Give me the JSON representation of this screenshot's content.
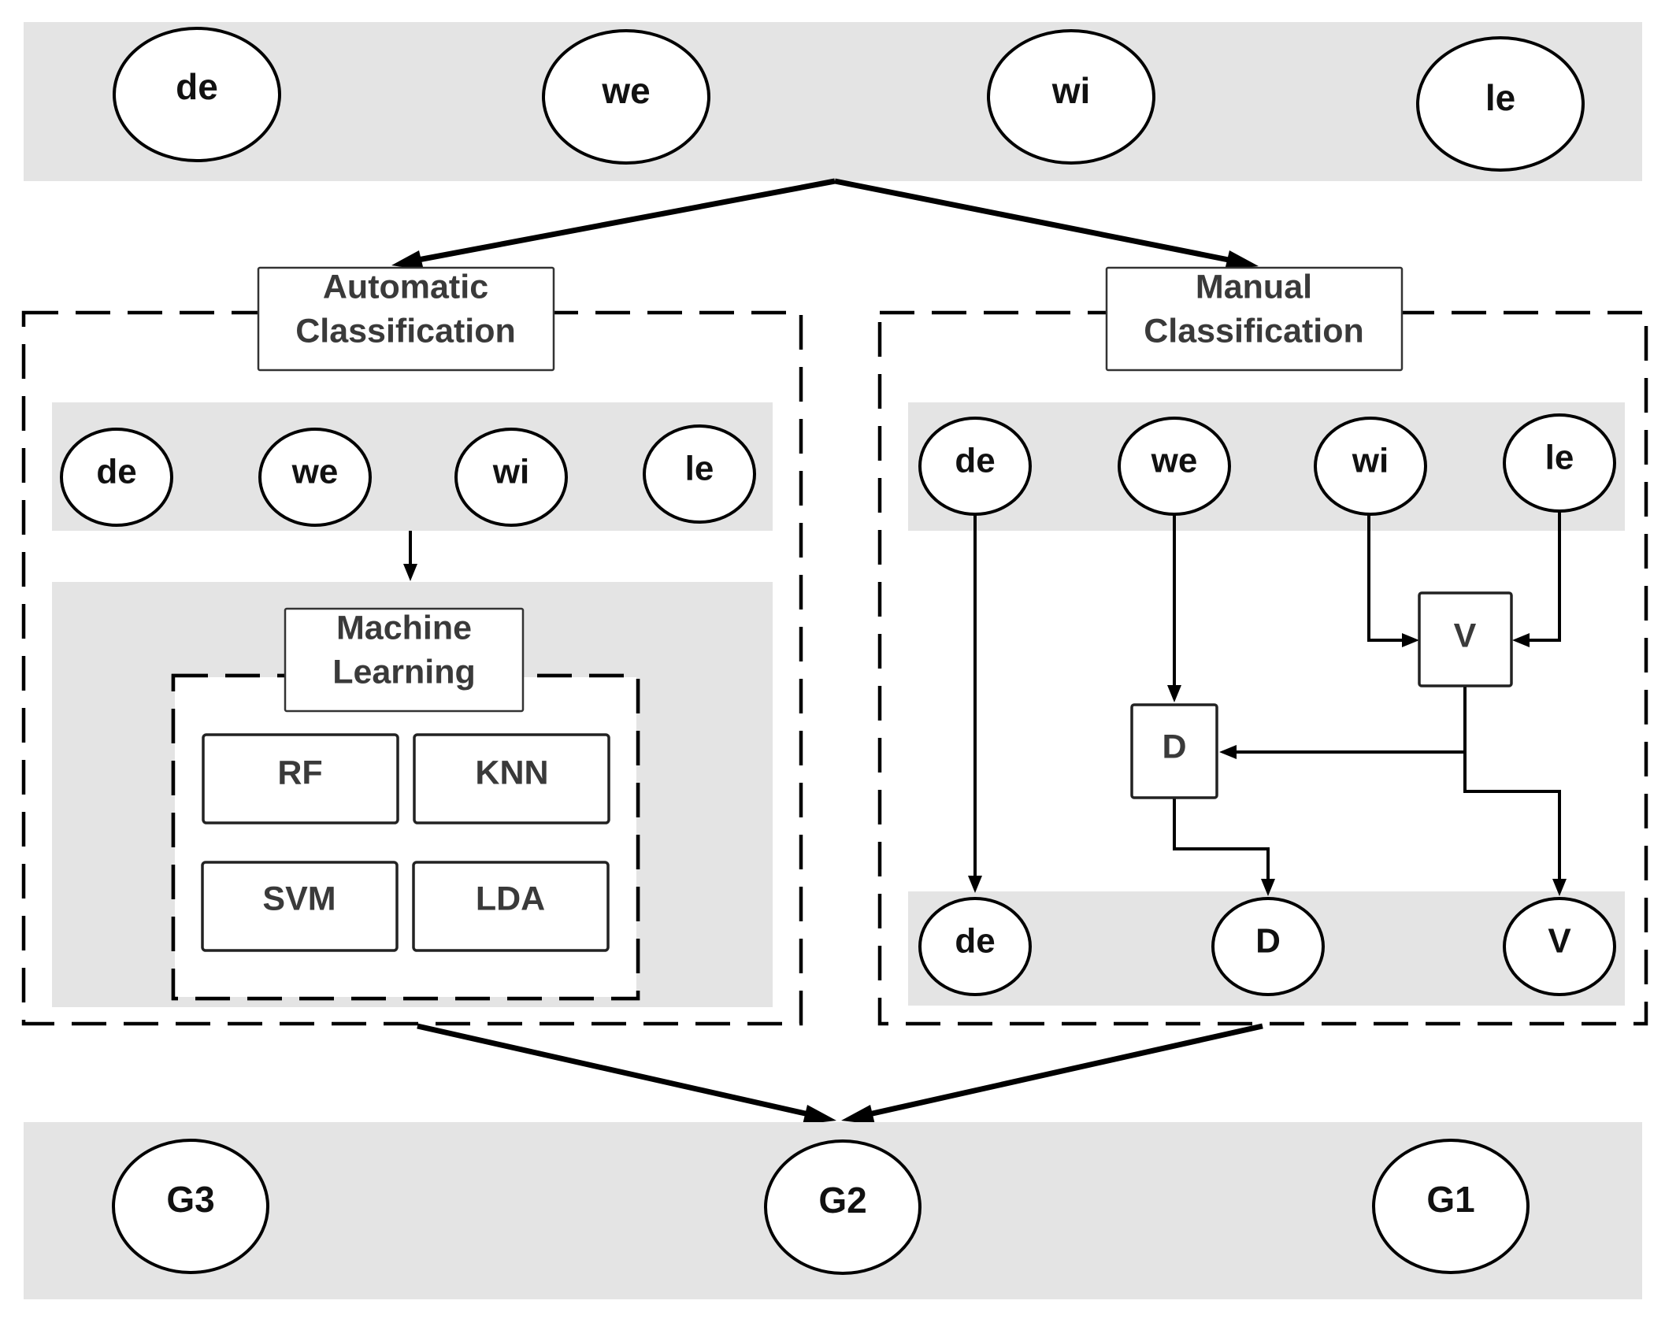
{
  "input_nodes": [
    "de",
    "we",
    "wi",
    "le"
  ],
  "automatic": {
    "title_line1": "Automatic",
    "title_line2": "Classification",
    "nodes": [
      "de",
      "we",
      "wi",
      "le"
    ],
    "ml_title_line1": "Machine",
    "ml_title_line2": "Learning",
    "algorithms": [
      "RF",
      "KNN",
      "SVM",
      "LDA"
    ]
  },
  "manual": {
    "title_line1": "Manual",
    "title_line2": "Classification",
    "inputs": [
      "de",
      "we",
      "wi",
      "le"
    ],
    "v_box": "V",
    "d_box": "D",
    "outputs": [
      "de",
      "D",
      "V"
    ]
  },
  "groups": [
    "G3",
    "G2",
    "G1"
  ]
}
